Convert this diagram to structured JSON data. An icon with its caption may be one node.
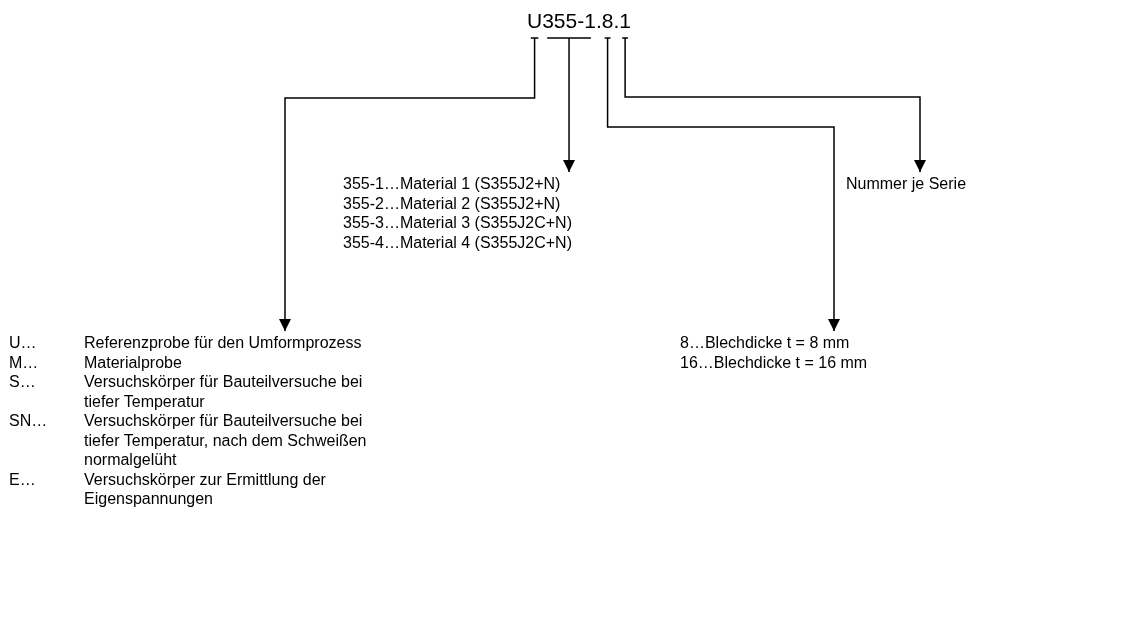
{
  "diagram": {
    "nodes": [
      {
        "text": [
          "U"
        ]
      },
      {
        "text": [
          "355-1"
        ]
      },
      {
        "text": [
          "8"
        ]
      },
      {
        "text": [
          "1"
        ]
      },
      {
        "text": [
          "U…",
          "Referenzprobe für den Umformprozess",
          "M…",
          "Materialprobe",
          "S…",
          "Versuchskörper für Bauteilversuche bei tiefer Temperatur",
          "SN…",
          "Versuchskörper für Bauteilversuche bei tiefer Temperatur, nach dem Schweißen normalgelüht",
          "E…",
          "Versuchskörper zur Ermittlung der Eigenspannungen"
        ]
      },
      {
        "text": [
          "355-1…Material 1 (S355J2+N)",
          "355-2…Material 2 (S355J2+N)",
          "355-3…Material 3 (S355J2C+N)",
          "355-4…Material 4 (S355J2C+N)"
        ]
      },
      {
        "text": [
          "8…Blechdicke t = 8 mm",
          "16…Blechdicke t = 16 mm"
        ]
      },
      {
        "text": [
          "Nummer je Serie"
        ]
      }
    ],
    "edges": [
      {
        "from": 0,
        "to": 4,
        "arrow": "to"
      },
      {
        "from": 1,
        "to": 5,
        "arrow": "to"
      },
      {
        "from": 2,
        "to": 6,
        "arrow": "to"
      },
      {
        "from": 3,
        "to": 7,
        "arrow": "to"
      }
    ],
    "labels": [
      ".",
      "."
    ]
  }
}
